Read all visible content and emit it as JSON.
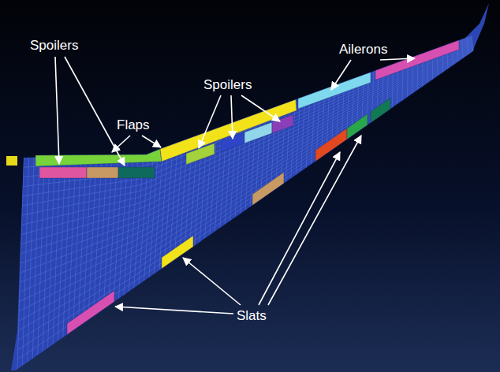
{
  "diagram": {
    "labels": [
      "Spoilers",
      "Flaps",
      "Spoilers",
      "Ailerons",
      "Slats"
    ]
  }
}
